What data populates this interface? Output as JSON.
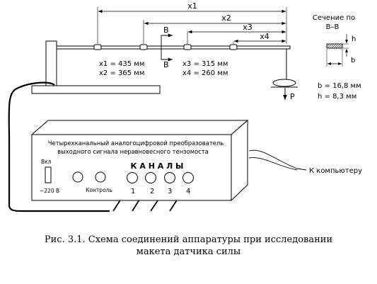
{
  "beam": {
    "dim_labels": [
      "x1",
      "x2",
      "x3",
      "x4"
    ],
    "section_label": "B",
    "section_label_2": "B",
    "positions_left": [
      "x1 = 435 мм",
      "x2 = 365 мм"
    ],
    "positions_right": [
      "x3 = 315 мм",
      "x4 = 260 мм"
    ],
    "load_label": "P"
  },
  "section": {
    "title_line1": "Сечение по",
    "title_line2": "B–B",
    "h_label": "h",
    "b_label": "b",
    "b_value": "b = 16,8 мм",
    "h_value": "h = 8,3 мм"
  },
  "device": {
    "title_line1": "Четырехканальный  аналогоцифровой преобразователь",
    "title_line2": "выходного сигнала неравновесного тензомоста",
    "power_label": "Вкл",
    "voltage_label": "~220 В",
    "control_label": "Контроль",
    "channels_label": "К А Н А Л Ы",
    "channel_numbers": [
      "1",
      "2",
      "3",
      "4"
    ],
    "computer_label": "К компьютеру"
  },
  "caption": {
    "line1": "Рис. 3.1. Схема соединений аппаратуры при исследовании",
    "line2": "макета датчика силы"
  }
}
